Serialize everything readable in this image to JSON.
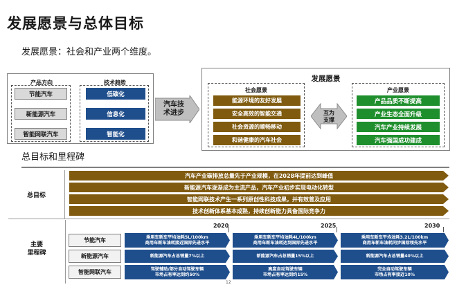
{
  "title": "发展愿景与总体目标",
  "subtitle": "发展愿景：社会和产业两个维度。",
  "vision_left": {
    "col1_header": "产品方向",
    "col2_header": "技术趋势",
    "products": [
      "节能汽车",
      "新能源汽车",
      "智能网联汽车"
    ],
    "trends": [
      "低碳化",
      "信息化",
      "智能化"
    ]
  },
  "arrow_label_line1": "汽车技",
  "arrow_label_line2": "术进步",
  "vision_right": {
    "header": "发展愿景",
    "social_header": "社会愿景",
    "social_items": [
      "能源环境的友好发展",
      "安全高效的智能交通",
      "社会资源的顺畅移动",
      "和谐健康的汽车社会"
    ],
    "mutual_line1": "互为",
    "mutual_line2": "支撑",
    "industry_header": "产业愿景",
    "industry_items": [
      "产品品质不断提高",
      "产业生态全面升级",
      "汽车产业持续发展",
      "汽车强国成功建成"
    ]
  },
  "section2_title": "总目标和里程碑",
  "overall": {
    "label": "总目标",
    "goals": [
      "汽车产业碳排放总量先于产业规模，在2028年提前达到峰值",
      "新能源汽车逐渐成为主流产品，汽车产业初步实现电动化转型",
      "智能网联技术产生一系列原创性科技成果，并有效普及应用",
      "技术创新体系基本成熟，持续创新能力具备国际竞争力"
    ]
  },
  "milestones": {
    "label_line1": "主要",
    "label_line2": "里程碑",
    "years": [
      "2020",
      "2025",
      "2030"
    ],
    "rows": [
      {
        "name": "节能汽车",
        "cells": [
          [
            "乘用车新车平均油耗5L/100km",
            "商用车新车油耗接近国际先进水平"
          ],
          [
            "乘用车新车平均油耗4L/100km",
            "商用车新车油耗达到国际先进水平"
          ],
          [
            "乘用车新车平均油耗3.2L/100km",
            "商用车新车油耗同步国际领先水平"
          ]
        ]
      },
      {
        "name": "新能源汽车",
        "cells": [
          [
            "新能源汽车占总销量7%以上"
          ],
          [
            "新能源汽车占总销量15%以上"
          ],
          [
            "新能源汽车占总销量40%以上"
          ]
        ]
      },
      {
        "name": "智能网联汽车",
        "cells": [
          [
            "驾驶辅助/部分自动驾驶车辆",
            "市场占有率达到约50%"
          ],
          [
            "高度自动驾驶车辆",
            "市场占有率达到约15%"
          ],
          [
            "完全自动驾驶车辆",
            "市场占有率接近10%"
          ]
        ]
      }
    ]
  },
  "page_number": "12"
}
